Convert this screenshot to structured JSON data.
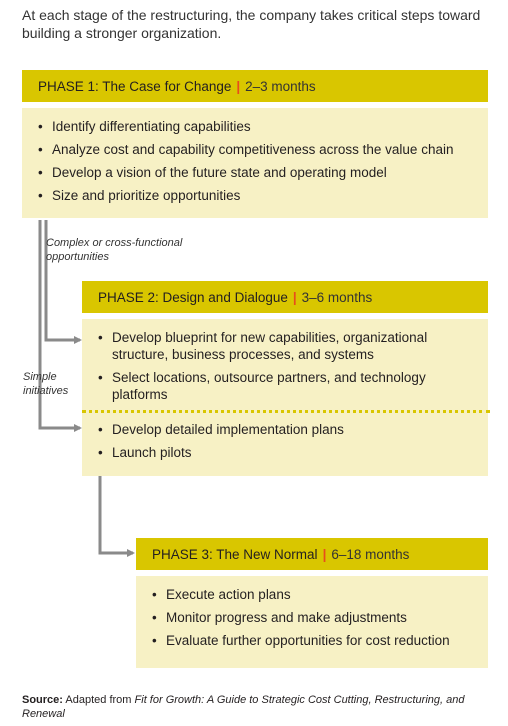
{
  "intro": "At each stage of the restructuring, the company takes critical steps toward building a stronger organization.",
  "phases": [
    {
      "title": "PHASE 1: The Case for Change",
      "duration": "2–3 months",
      "bullets": [
        "Identify differentiating capabilities",
        "Analyze cost and capability competitiveness across the value chain",
        "Develop a vision of the future state and operating model",
        "Size and prioritize opportunities"
      ]
    },
    {
      "title": "PHASE 2: Design and Dialogue",
      "duration": "3–6 months",
      "bullets": [
        "Develop blueprint for new capabilities, organizational structure, business processes, and systems",
        "Select locations, outsource partners, and technology platforms",
        "Develop detailed implementation plans",
        "Launch pilots"
      ]
    },
    {
      "title": "PHASE 3: The New Normal",
      "duration": "6–18 months",
      "bullets": [
        "Execute action plans",
        "Monitor progress and make adjustments",
        "Evaluate further opportunities for cost reduction"
      ]
    }
  ],
  "path_labels": {
    "complex": "Complex or cross-functional opportunities",
    "simple": "Simple initiatives"
  },
  "source": {
    "label": "Source:",
    "text": "Adapted from",
    "title": "Fit for Growth: A Guide to Strategic Cost Cutting, Restructuring, and Renewal"
  },
  "colors": {
    "header": "#d9c600",
    "body": "#f7f1c5",
    "separator": "#e84e1b",
    "connector": "#8a8a8a"
  }
}
